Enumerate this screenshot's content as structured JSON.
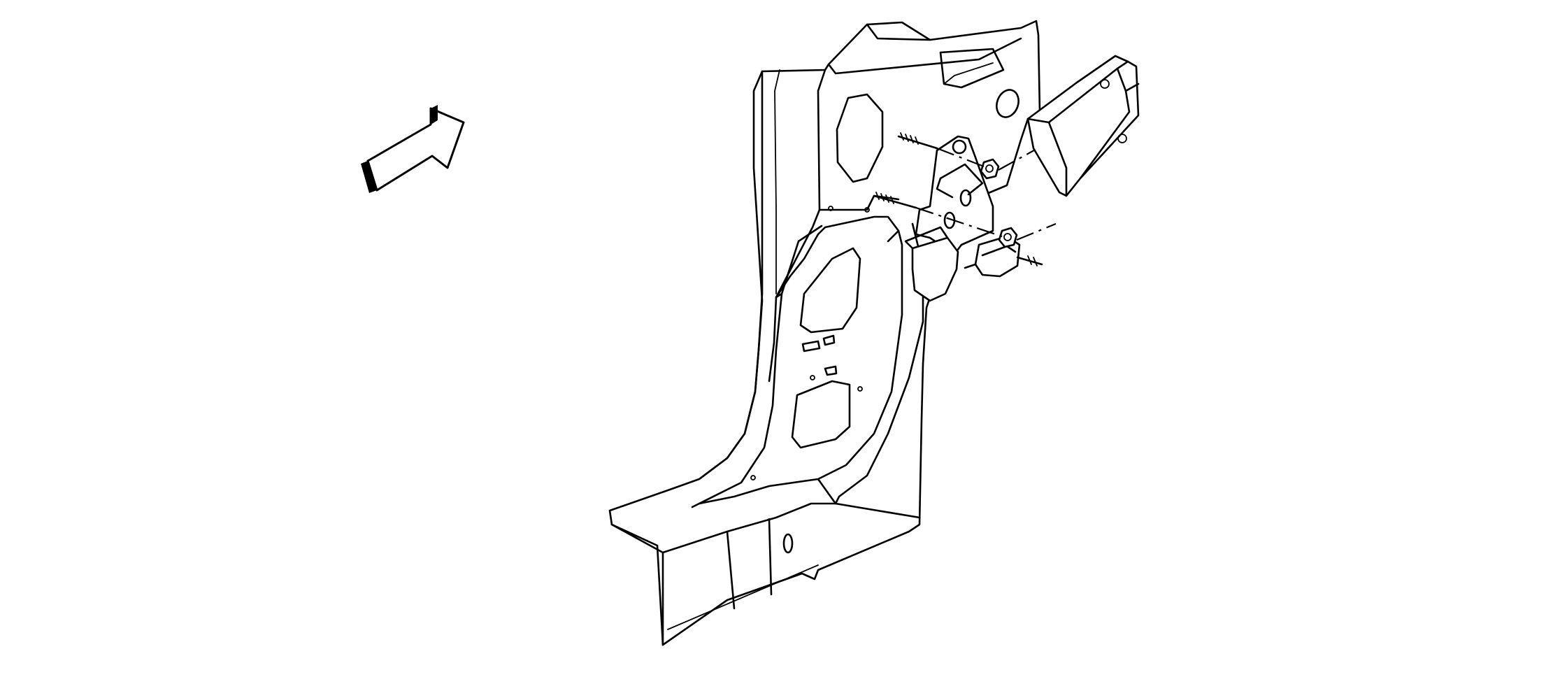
{
  "figure": {
    "description_icon": "view-direction-arrow-icon",
    "parts": [
      "pillar-panel",
      "module-bracket",
      "control-module",
      "studs",
      "nuts"
    ]
  }
}
